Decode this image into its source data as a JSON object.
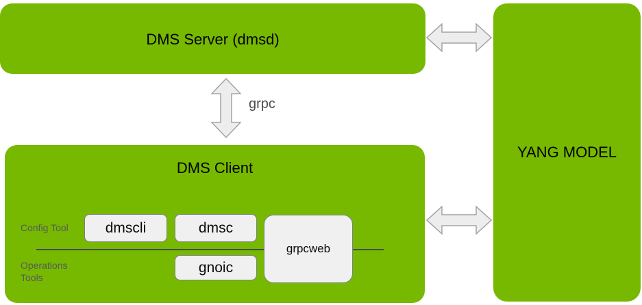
{
  "nodes": {
    "dms_server": {
      "label": "DMS Server (dmsd)"
    },
    "dms_client": {
      "label": "DMS Client",
      "rows": [
        {
          "label": "Config Tool"
        },
        {
          "label": "Operations Tools"
        }
      ],
      "tools": [
        {
          "label": "dmscli"
        },
        {
          "label": "dmsc"
        },
        {
          "label": "grpcweb"
        },
        {
          "label": "gnoic"
        }
      ]
    },
    "yang_model": {
      "label": "YANG MODEL"
    }
  },
  "connections": [
    {
      "from": "dms_server",
      "to": "dms_client",
      "label": "grpc",
      "type": "bidirectional-vertical",
      "icon": "double-arrow-vertical-icon"
    },
    {
      "from": "dms_server",
      "to": "yang_model",
      "label": "",
      "type": "bidirectional-horizontal",
      "icon": "double-arrow-horizontal-icon"
    },
    {
      "from": "dms_client",
      "to": "yang_model",
      "label": "",
      "type": "bidirectional-horizontal",
      "icon": "double-arrow-horizontal-icon"
    }
  ],
  "colors": {
    "node_green": "#76b900",
    "node_text": "#000000",
    "tool_fill": "#f0f0f0",
    "tool_border": "#7f7f7f",
    "arrow_fill": "#ededed",
    "arrow_stroke": "#a3a3a3",
    "row_label_gray": "#595959",
    "separator_line": "#4a4a4a",
    "grpc_label_gray": "#4d4d4d",
    "background": "#ffffff"
  }
}
